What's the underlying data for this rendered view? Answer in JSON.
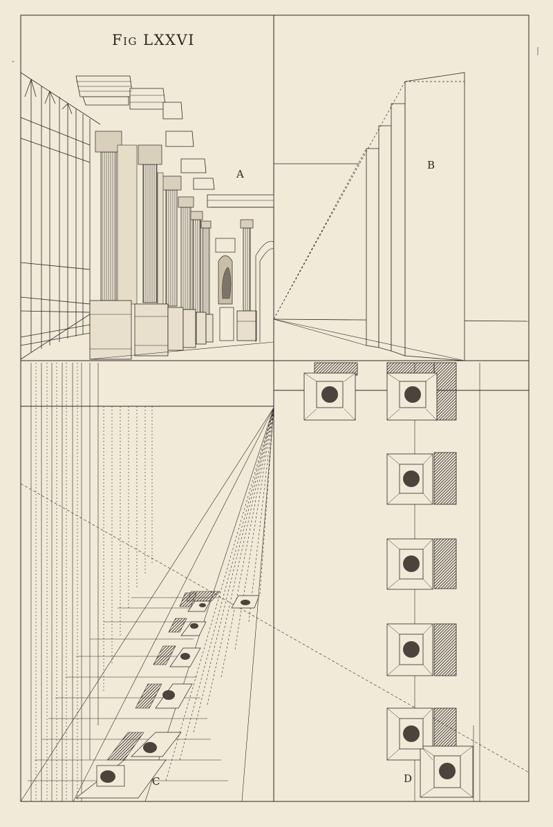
{
  "plate": {
    "title": "Fig LXXVI",
    "labels": {
      "a": "A",
      "b": "B",
      "c": "C",
      "d": "D"
    }
  },
  "colors": {
    "paper": "#f1ead9",
    "ink": "#2a2622",
    "hatch": "#3a3530"
  }
}
